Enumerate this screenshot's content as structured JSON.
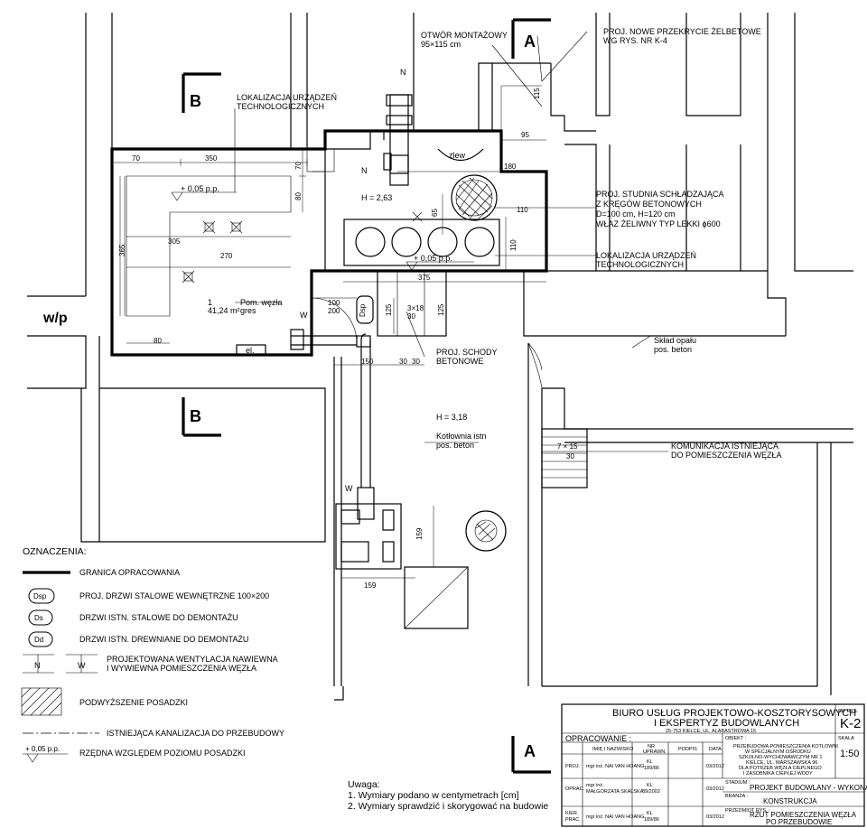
{
  "labels": {
    "otwor_1": "OTWÓR MONTAŻOWY",
    "otwor_2": "95×115 cm",
    "przekrycie_1": "PROJ. NOWE PRZEKRYCIE ŻELBETOWE",
    "przekrycie_2": "WG RYS. NR K-4",
    "lokalizacja_a_1": "LOKALIZACJA URZĄDZEŃ",
    "lokalizacja_a_2": "TECHNOLOGICZNYCH",
    "studnia_1": "PROJ. STUDNIA SCHŁADZAJĄCA",
    "studnia_2": "Z KRĘGÓW BETONOWYCH",
    "studnia_3": "D=100 cm, H=120 cm",
    "studnia_4": "WŁAZ ŻELIWNY TYP LEKKI ϕ600",
    "lokalizacja_b_1": "LOKALIZACJA URZĄDZEŃ",
    "lokalizacja_b_2": "TECHNOLOGICZNYCH",
    "wp": "w/p",
    "sklad_1": "Skład opału",
    "sklad_2": "pos. beton",
    "schody_1": "PROJ. SCHODY",
    "schody_2": "BETONOWE",
    "h318": "H = 3,18",
    "kotlownia_1": "Kotłownia istn",
    "kotlownia_2": "pos. beton",
    "komunikacja_1": "KOMUNIKACJA ISTNIEJĄCA",
    "komunikacja_2": "DO POMIESZCZENIA WĘZŁA",
    "zlew": "zlew",
    "h263": "H = 2,63",
    "room_no": "1",
    "room_area": "41,24 m²",
    "room_name": "Pom. węzła",
    "room_floor": "gres",
    "el": "el.",
    "lvl_a": "+ 0,05 p.p.",
    "lvl_b": "+ 0,05 p.p.",
    "n_top": "N",
    "n_mid": "N",
    "w_room": "W",
    "w_kot": "W",
    "dsp": "Dsp",
    "door_1": "100",
    "door_2": "200",
    "stairs_dim_1": "3×18",
    "stairs_dim_2": "30",
    "steps_1": "7 × 15",
    "steps_2": "30"
  },
  "sections": {
    "a": "A",
    "b": "B"
  },
  "dims": {
    "d70a": "70",
    "d350": "350",
    "d70b": "70",
    "d80a": "80",
    "d180": "180",
    "d95": "95",
    "d115": "115",
    "d65": "65",
    "d110a": "110",
    "d110b": "110",
    "d305": "305",
    "d270": "270",
    "d365": "365",
    "d375": "375",
    "d80b": "80",
    "d125a": "125",
    "d125b": "125",
    "d150": "150",
    "d30a": "30",
    "d30b": "30",
    "d159a": "159",
    "d159b": "159"
  },
  "legend": {
    "title": "OZNACZENIA:",
    "granica": "GRANICA OPRACOWANIA",
    "dsp_sym": "Dsp",
    "dsp": "PROJ. DRZWI STALOWE WEWNĘTRZNE 100×200",
    "ds_sym": "Ds",
    "ds": "DRZWI ISTN. STALOWE DO DEMONTAŻU",
    "dd_sym": "Dd",
    "dd": "DRZWI ISTN. DREWNIANE DO DEMONTAŻU",
    "n_sym": "N",
    "w_sym": "W",
    "went_1": "PROJEKTOWANA WENTYLACJA NAWIEWNA",
    "went_2": "I WYWIEWNA POMIESZCZENIA WĘZŁA",
    "podwyzszenie": "PODWYŻSZENIE POSADZKI",
    "kanalizacja": "ISTNIEJĄCA KANALIZACJA DO PRZEBUDOWY",
    "rzedna_sym": "+ 0,05 p.p.",
    "rzedna": "RZĘDNA WZGLĘDEM POZIOMU POSADZKI"
  },
  "notes": {
    "title": "Uwaga:",
    "n1": "1. Wymiary podano w centymetrach [cm]",
    "n2": "2. Wymiary sprawdzić i skorygować na budowie"
  },
  "title_block": {
    "company_1": "BIURO USŁUG PROJEKTOWO-KOSZTORYSOWYCH",
    "company_2": "I EKSPERTYZ BUDOWLANYCH",
    "address": "25-753 KIELCE, UL. ALABASTROWA 15",
    "nr_rys_label": "NR RYS.",
    "nr_rys": "K-2",
    "opracowanie": "OPRACOWANIE :",
    "h_imie": "IMIĘ I NAZWISKO",
    "h_nr_1": "NR",
    "h_nr_2": "UPRAWN.",
    "h_podpis": "PODPIS",
    "h_data": "DATA",
    "r1_role": "PROJ.",
    "r1_name": "mgr inż. NAI VAN HOANG",
    "r1_nr_1": "KL",
    "r1_nr_2": "189/86",
    "r1_date": "03/2012",
    "r2_role": "OPRAC.",
    "r2_name_1": "mgr inż.",
    "r2_name_2": "MAŁGORZATA SKALSKA",
    "r2_nr_1": "KL",
    "r2_nr_2": "39/2002",
    "r2_date": "03/2012",
    "r3_role_1": "KIER.",
    "r3_role_2": "PRAC.",
    "r3_name": "mgr inż. NAI VAN HOANG",
    "r3_nr_1": "KL",
    "r3_nr_2": "189/86",
    "r3_date": "03/2012",
    "obiekt_label": "OBIEKT :",
    "obiekt_1": "PRZEBUDOWA POMIESZCZENIA KOTŁOWNI",
    "obiekt_2": "W SPECJALNYM OŚRODKU",
    "obiekt_3": "SZKOLNO-WYCHOWAWCZYM NR 1",
    "obiekt_4": "KIELCE, UL. WARSZAWSKA 96",
    "obiekt_5": "DLA POTRZEB WĘZŁA CIEPLNEGO",
    "obiekt_6": "I ZASOBNIKA CIEPŁEJ WODY",
    "skala_label": "SKALA",
    "skala": "1:50",
    "stadium_label": "STADIUM :",
    "stadium": "PROJEKT BUDOWLANY - WYKONAWCZY",
    "branza_label": "BRANŻA :",
    "branza": "KONSTRUKCJA",
    "przedmiot_label": "PRZEDMIOT RYS. :",
    "przedmiot_1": "RZUT POMIESZCZENIA WĘZŁA",
    "przedmiot_2": "PO PRZEBUDOWIE"
  }
}
